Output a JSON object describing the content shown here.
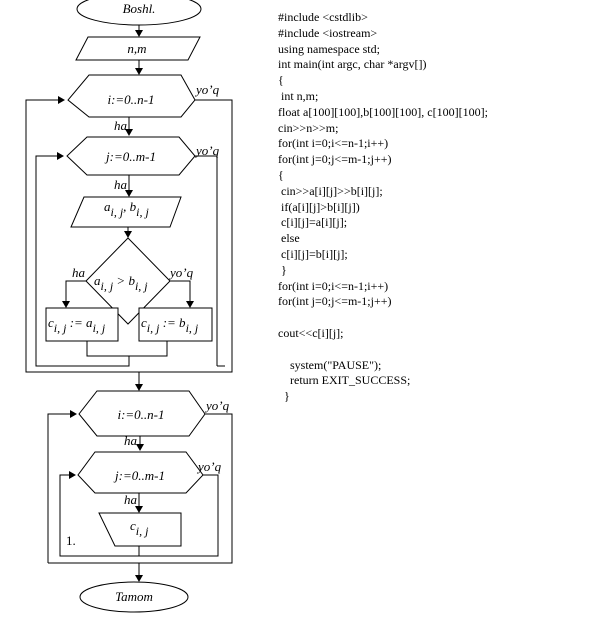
{
  "flowchart": {
    "start": "Boshl.",
    "input": "n,m",
    "loop1_i": "i:=0..n-1",
    "loop1_j": "j:=0..m-1",
    "input_ab": "a",
    "input_ab_sub": "i, j",
    "input_ab_sep": ", b",
    "input_ab_sub2": "i, j",
    "cond_a": "a",
    "cond_sub": "i, j",
    "cond_op": " > b",
    "cond_sub2": "i, j",
    "assign_left_c": "c",
    "assign_left_sub": "i, j",
    "assign_left_op": " := a",
    "assign_left_sub2": "i, j",
    "assign_right_c": "c",
    "assign_right_sub": "i, j",
    "assign_right_op": " := b",
    "assign_right_sub2": "i, j",
    "loop2_i": "i:=0..n-1",
    "loop2_j": "j:=0..m-1",
    "output_c": "c",
    "output_sub": "i, j",
    "end": "Tamom",
    "yes": "ha",
    "no": "yo’q",
    "number": "1."
  },
  "code_lines": [
    "#include <cstdlib>",
    "#include <iostream>",
    "using namespace std;",
    "int main(int argc, char *argv[])",
    "{",
    " int n,m;",
    "float a[100][100],b[100][100], c[100][100];",
    "cin>>n>>m;",
    "for(int i=0;i<=n-1;i++)",
    "for(int j=0;j<=m-1;j++)",
    "{",
    " cin>>a[i][j]>>b[i][j];",
    " if(a[i][j]>b[i][j])",
    " c[i][j]=a[i][j];",
    " else",
    " c[i][j]=b[i][j];",
    " }",
    "for(int i=0;i<=n-1;i++)",
    "for(int j=0;j<=m-1;j++)",
    "",
    "cout<<c[i][j];",
    "",
    "    system(\"PAUSE\");",
    "    return EXIT_SUCCESS;",
    "  }"
  ]
}
